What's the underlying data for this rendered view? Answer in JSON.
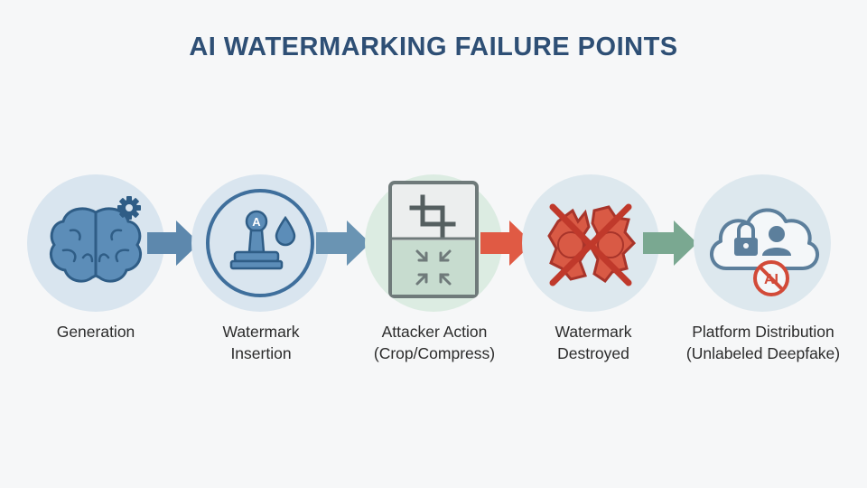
{
  "title": "AI WATERMARKING FAILURE POINTS",
  "steps": [
    {
      "line1": "Generation",
      "line2": "",
      "icon": "brain-gear-icon",
      "color": "#4e7fa8"
    },
    {
      "line1": "Watermark",
      "line2": "Insertion",
      "icon": "stamp-icon",
      "color": "#3f6f9c"
    },
    {
      "line1": "Attacker Action",
      "line2": "(Crop/Compress)",
      "icon": "crop-compress-icon",
      "color": "#6f7a7a"
    },
    {
      "line1": "Watermark",
      "line2": "Destroyed",
      "icon": "broken-seal-icon",
      "color": "#d24a38"
    },
    {
      "line1": "Platform Distribution",
      "line2": "(Unlabeled Deepfake)",
      "icon": "cloud-lock-user-icon",
      "color": "#5c7f9c"
    }
  ],
  "arrows": [
    {
      "icon": "arrow-right-icon",
      "color": "#5d88ad"
    },
    {
      "icon": "arrow-right-icon",
      "color": "#6a94b3"
    },
    {
      "icon": "arrow-right-icon",
      "color": "#e05a44"
    },
    {
      "icon": "arrow-right-icon",
      "color": "#7aa891"
    }
  ],
  "badge_text": "AI"
}
